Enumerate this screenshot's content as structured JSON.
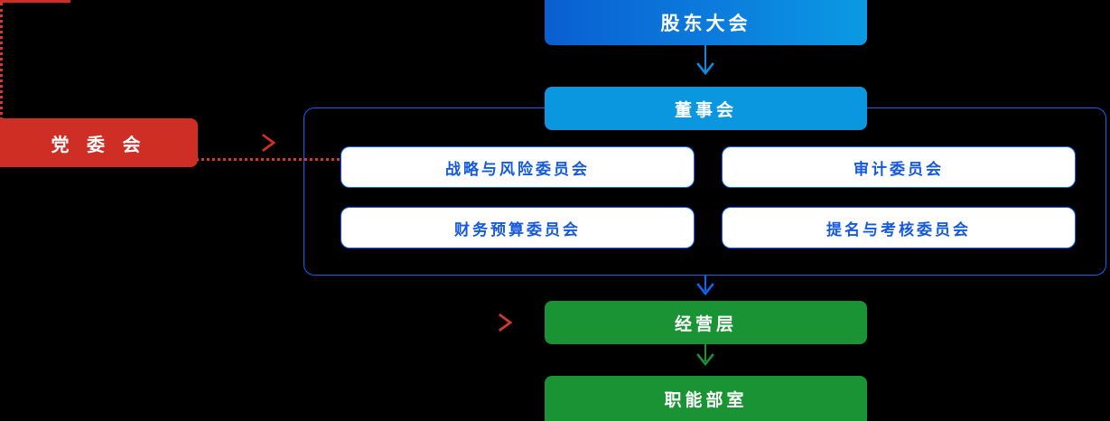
{
  "diagram": {
    "type": "org-chart",
    "title_text": "",
    "background": "#000000",
    "colors": {
      "shareholders_gradient_start": "#0a5fd1",
      "shareholders_gradient_end": "#0b9ae3",
      "board_blue": "#0b96e0",
      "party_red": "#ce2e23",
      "committee_border_blue": "#0a66f5",
      "committee_text_blue": "#1559dd",
      "green": "#1a9334",
      "dotted_red": "#d0392c"
    },
    "nodes": {
      "shareholders": {
        "label": "股东大会"
      },
      "board": {
        "label": "董事会"
      },
      "party_committee": {
        "label": "党 委 会"
      },
      "management": {
        "label": "经营层"
      },
      "departments": {
        "label": "职能部室"
      }
    },
    "committees": [
      {
        "label": "战略与风险委员会"
      },
      {
        "label": "审计委员会"
      },
      {
        "label": "财务预算委员会"
      },
      {
        "label": "提名与考核委员会"
      }
    ],
    "connectors": [
      {
        "name": "shareholders-to-board",
        "style": "solid",
        "color": "#0b8ce0",
        "direction": "down"
      },
      {
        "name": "board-frame-to-management",
        "style": "solid",
        "color": "#0a66f5",
        "direction": "down"
      },
      {
        "name": "management-to-departments",
        "style": "solid",
        "color": "#1a9334",
        "direction": "down"
      },
      {
        "name": "party-to-board",
        "style": "solid",
        "color": "#ce2e23",
        "direction": "right"
      },
      {
        "name": "party-to-management",
        "style": "dotted",
        "color": "#d0392c",
        "direction": "right"
      }
    ]
  }
}
